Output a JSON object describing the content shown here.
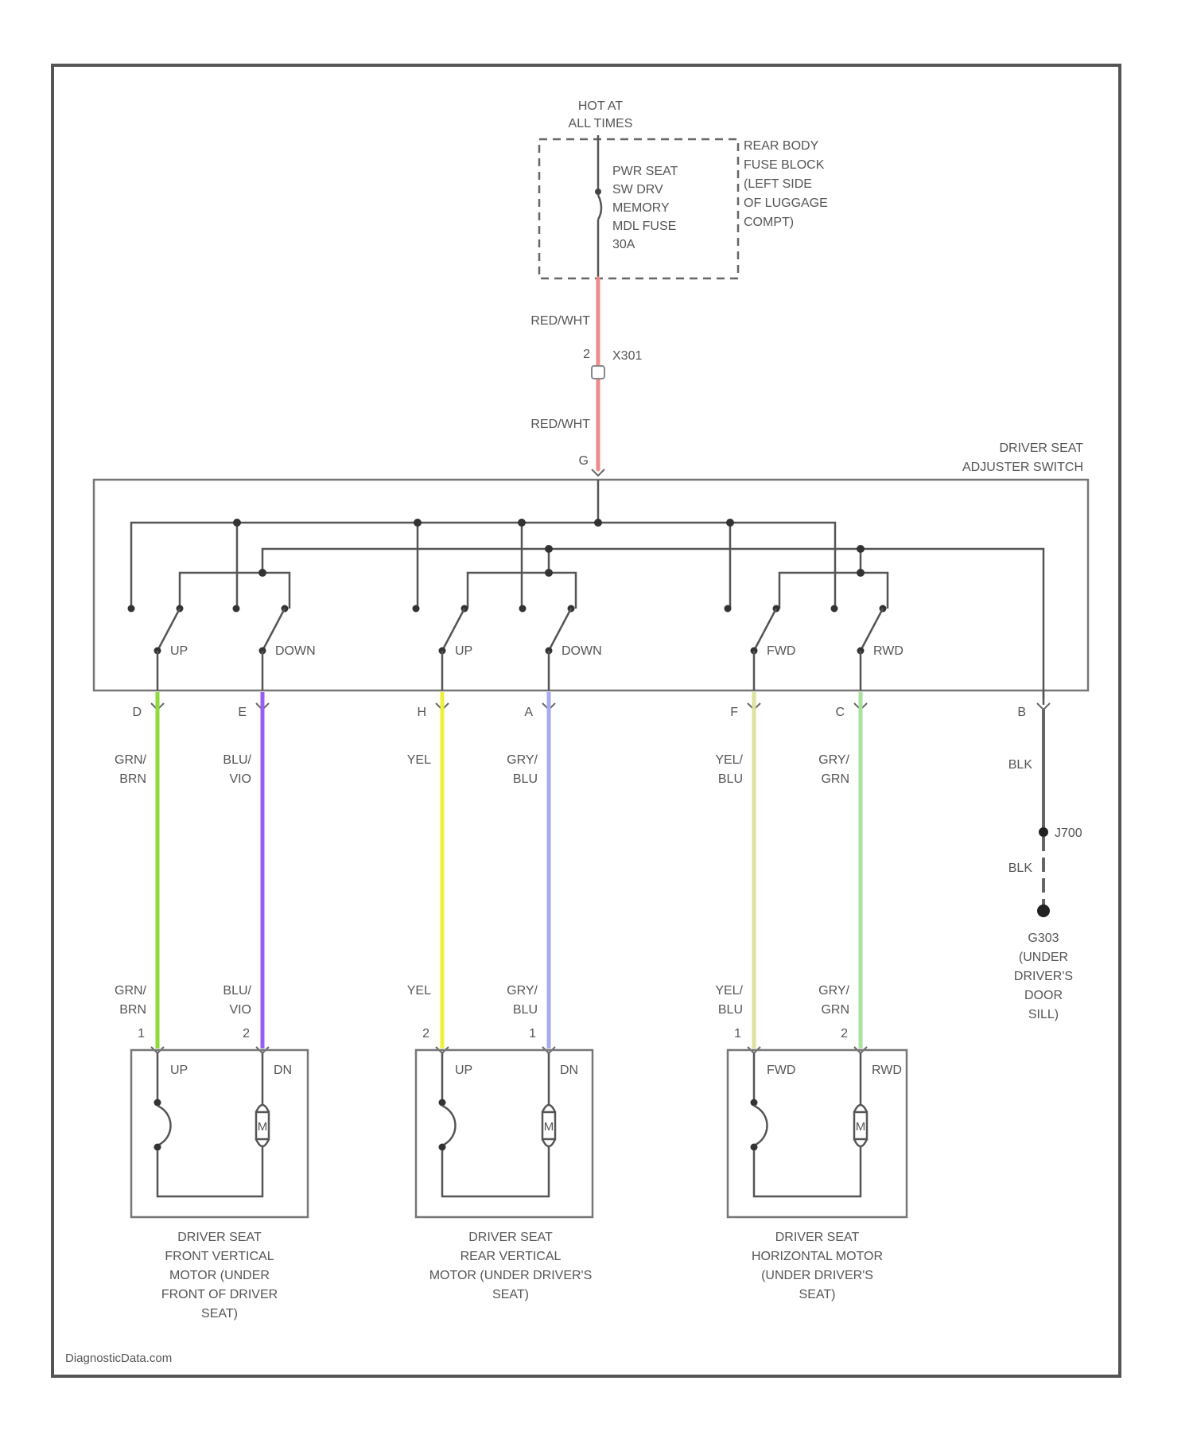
{
  "power": {
    "hot_label": [
      "HOT AT",
      "ALL TIMES"
    ],
    "fuse_label": [
      "PWR SEAT",
      "SW DRV",
      "MEMORY",
      "MDL FUSE",
      "30A"
    ],
    "fuse_block_label": [
      "REAR BODY",
      "FUSE BLOCK",
      "(LEFT SIDE",
      "OF LUGGAGE",
      "COMPT)"
    ]
  },
  "feed": {
    "wire_upper": "RED/WHT",
    "connector_pin": "2",
    "connector_id": "X301",
    "wire_lower": "RED/WHT",
    "switch_pin": "G"
  },
  "switch": {
    "label": [
      "DRIVER SEAT",
      "ADJUSTER SWITCH"
    ],
    "contacts": [
      {
        "label": "UP",
        "pin": "D"
      },
      {
        "label": "DOWN",
        "pin": "E"
      },
      {
        "label": "UP",
        "pin": "H"
      },
      {
        "label": "DOWN",
        "pin": "A"
      },
      {
        "label": "FWD",
        "pin": "F"
      },
      {
        "label": "RWD",
        "pin": "C"
      }
    ],
    "ground_pin": "B"
  },
  "wires": [
    {
      "color_code": [
        "GRN/",
        "BRN"
      ],
      "color": "#8ddb3c",
      "motor_pin": "1"
    },
    {
      "color_code": [
        "BLU/",
        "VIO"
      ],
      "color": "#9b5cf0",
      "motor_pin": "2"
    },
    {
      "color_code": [
        "YEL"
      ],
      "color": "#eef03a",
      "motor_pin": "2"
    },
    {
      "color_code": [
        "GRY/",
        "BLU"
      ],
      "color": "#a9a9f2",
      "motor_pin": "1"
    },
    {
      "color_code": [
        "YEL/",
        "BLU"
      ],
      "color": "#dde39c",
      "motor_pin": "1"
    },
    {
      "color_code": [
        "GRY/",
        "GRN"
      ],
      "color": "#a8e29c",
      "motor_pin": "2"
    }
  ],
  "ground": {
    "wire_upper": "BLK",
    "splice": "J700",
    "wire_lower": "BLK",
    "label": [
      "G303",
      "(UNDER",
      "DRIVER'S",
      "DOOR",
      "SILL)"
    ]
  },
  "motors": [
    {
      "left_label": "UP",
      "right_label": "DN",
      "symbol": "M",
      "caption": [
        "DRIVER SEAT",
        "FRONT VERTICAL",
        "MOTOR (UNDER",
        "FRONT OF DRIVER",
        "SEAT)"
      ]
    },
    {
      "left_label": "UP",
      "right_label": "DN",
      "symbol": "M",
      "caption": [
        "DRIVER SEAT",
        "REAR VERTICAL",
        "MOTOR (UNDER DRIVER'S",
        "SEAT)"
      ]
    },
    {
      "left_label": "FWD",
      "right_label": "RWD",
      "symbol": "M",
      "caption": [
        "DRIVER SEAT",
        "HORIZONTAL MOTOR",
        "(UNDER DRIVER'S",
        "SEAT)"
      ]
    }
  ],
  "colors": {
    "feed_wire": "#f08a8a",
    "ground_wire": "#666666",
    "outline": "#555555"
  },
  "footer": {
    "watermark": "DiagnosticData.com"
  }
}
